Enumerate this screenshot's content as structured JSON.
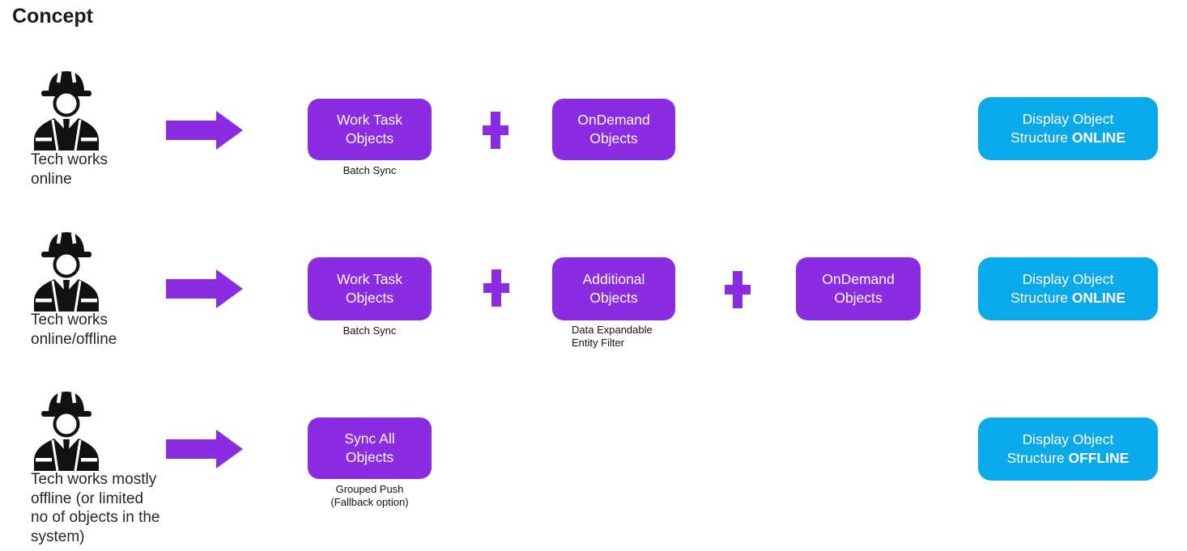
{
  "title": "Concept",
  "colors": {
    "accent_purple": "#8B2BE2",
    "accent_blue": "#0AA9E9",
    "text_dark": "#262626",
    "box_text": "#FFFFFF"
  },
  "rows": [
    {
      "actor": {
        "icon": "construction-worker-icon",
        "label": "Tech works\nonline"
      },
      "arrow": "right-arrow",
      "boxes": [
        {
          "label": "Work Task\nObjects",
          "caption": "Batch Sync"
        },
        {
          "label": "OnDemand\nObjects",
          "caption": ""
        }
      ],
      "plus": "+",
      "result": {
        "text": "Display Object\nStructure ",
        "bold": "ONLINE"
      }
    },
    {
      "actor": {
        "icon": "construction-worker-icon",
        "label": "Tech works\nonline/offline"
      },
      "arrow": "right-arrow",
      "boxes": [
        {
          "label": "Work Task\nObjects",
          "caption": "Batch Sync"
        },
        {
          "label": "Additional\nObjects",
          "caption": "Data Expandable\nEntity Filter"
        },
        {
          "label": "OnDemand\nObjects",
          "caption": ""
        }
      ],
      "plus": "+",
      "result": {
        "text": "Display Object\nStructure ",
        "bold": "ONLINE"
      }
    },
    {
      "actor": {
        "icon": "construction-worker-icon",
        "label": "Tech works mostly\noffline (or limited\nno of objects in the\nsystem)"
      },
      "arrow": "right-arrow",
      "boxes": [
        {
          "label": "Sync All\nObjects",
          "caption": "Grouped Push\n(Fallback option)"
        }
      ],
      "result": {
        "text": "Display Object\nStructure ",
        "bold": "OFFLINE"
      }
    }
  ]
}
